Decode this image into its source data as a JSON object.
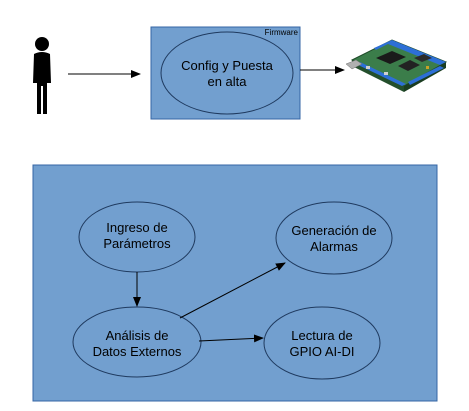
{
  "top": {
    "container_label": "Firmware",
    "process_lines": [
      "Config y Puesta",
      "en alta"
    ]
  },
  "bottom": {
    "nodes": {
      "ingreso": [
        "Ingreso de",
        "Parámetros"
      ],
      "analisis": [
        "Análisis de",
        "Datos Externos"
      ],
      "generacion": [
        "Generación de",
        "Alarmas"
      ],
      "lectura": [
        "Lectura de",
        "GPIO AI-DI"
      ]
    }
  },
  "colors": {
    "fill": "#729fcf",
    "border": "#3465a4",
    "board": "#2e6b3a",
    "connector": "#2d6fd6"
  },
  "icons": {
    "user": "person-icon",
    "hardware": "circuit-board-icon"
  }
}
